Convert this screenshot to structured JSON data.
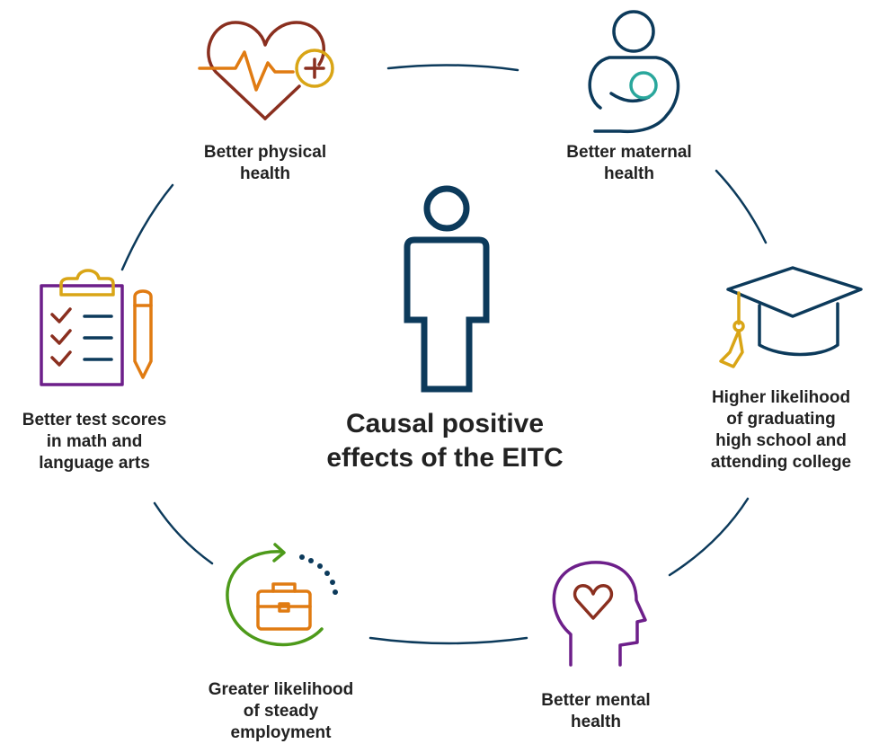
{
  "center": {
    "title_line1": "Causal positive",
    "title_line2": "effects of the EITC"
  },
  "effects": [
    {
      "line1": "Better physical",
      "line2": "health",
      "icon": "heart-health-icon"
    },
    {
      "line1": "Better maternal",
      "line2": "health",
      "icon": "mother-baby-icon"
    },
    {
      "line1": "Higher likelihood",
      "line2": "of graduating",
      "line3": "high school and",
      "line4": "attending college",
      "icon": "graduation-cap-icon"
    },
    {
      "line1": "Better mental",
      "line2": "health",
      "icon": "head-heart-icon"
    },
    {
      "line1": "Greater likelihood",
      "line2": "of steady",
      "line3": "employment",
      "icon": "briefcase-cycle-icon"
    },
    {
      "line1": "Better test scores",
      "line2": "in math and",
      "line3": "language arts",
      "icon": "clipboard-checklist-icon"
    }
  ],
  "colors": {
    "navy": "#0c3a5b",
    "brown": "#8a2f1f",
    "orange": "#e07b12",
    "gold": "#d9a516",
    "teal": "#2aa79c",
    "purple": "#6d1f8a",
    "green": "#4d9a1a",
    "text": "#222222"
  }
}
